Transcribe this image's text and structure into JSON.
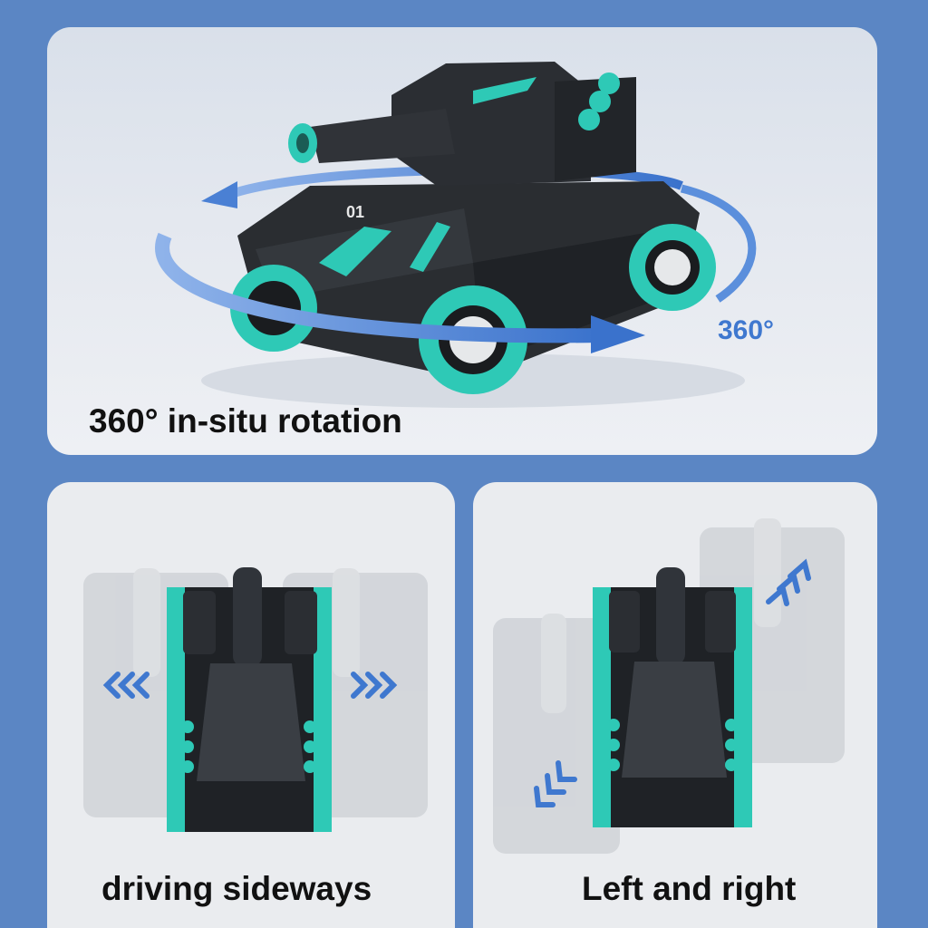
{
  "top_panel": {
    "caption": "360° in-situ rotation",
    "rotation_label": "360°",
    "tank_number": "01"
  },
  "bottom_left": {
    "caption": "driving sideways"
  },
  "bottom_right": {
    "caption": "Left and right"
  },
  "colors": {
    "background": "#5b86c4",
    "accent_teal": "#2ec9b6",
    "arrow_blue": "#3f78cf",
    "tank_body": "#24272b"
  }
}
